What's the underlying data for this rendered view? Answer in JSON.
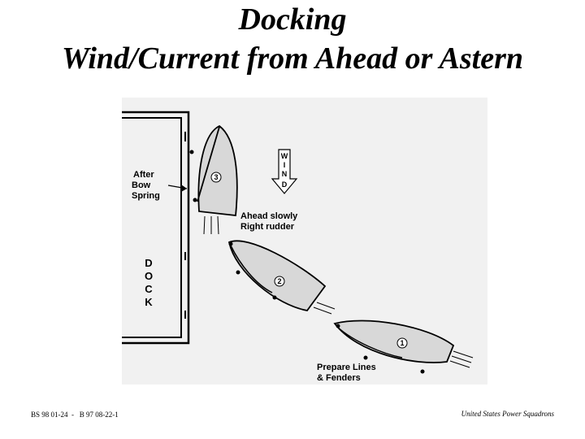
{
  "slide": {
    "title_line1": "Docking",
    "title_line2": "Wind/Current  from Ahead or Astern"
  },
  "diagram": {
    "dock_letters": [
      "D",
      "O",
      "C",
      "K"
    ],
    "wind_letters": [
      "W",
      "I",
      "N",
      "D"
    ],
    "labels": {
      "after_bow_spring": [
        "After",
        "Bow",
        "Spring"
      ],
      "ahead_slowly": [
        "Ahead slowly",
        "Right rudder"
      ],
      "prepare_lines": [
        "Prepare Lines",
        "& Fenders"
      ]
    },
    "boat_numbers": [
      "1",
      "2",
      "3"
    ]
  },
  "footer": {
    "left": "BS 98 01-24  -   B 97 08-22-1",
    "right": "United States Power Squadrons"
  }
}
